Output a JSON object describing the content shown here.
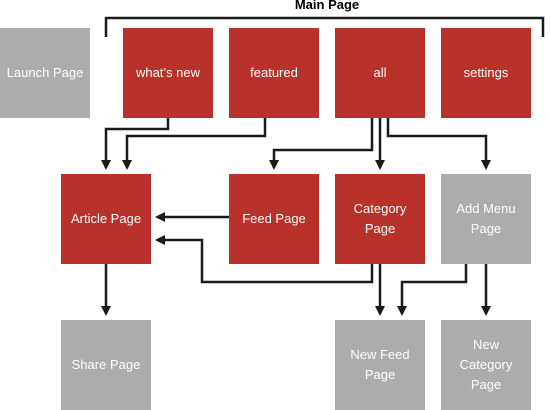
{
  "title": "Main Page",
  "nodes": {
    "launch": "Launch Page",
    "whats_new": "what’s new",
    "featured": "featured",
    "all": "all",
    "settings": "settings",
    "article": "Article Page",
    "feed": "Feed Page",
    "category_line1": "Category",
    "category_line2": "Page",
    "add_menu_line1": "Add Menu",
    "add_menu_line2": "Page",
    "share": "Share Page",
    "new_feed_line1": "New Feed",
    "new_feed_line2": "Page",
    "new_category_line1": "New",
    "new_category_line2": "Category",
    "new_category_line3": "Page"
  },
  "colors": {
    "active": "#b8312b",
    "inactive": "#acacac",
    "connector": "#1a1a1a"
  }
}
